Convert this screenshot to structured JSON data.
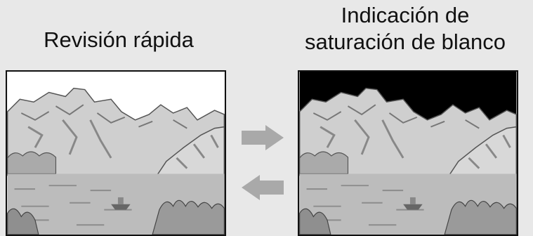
{
  "left_panel": {
    "title": "Revisión rápida",
    "sky": "normal"
  },
  "right_panel": {
    "title_line1": "Indicación de",
    "title_line2": "saturación de blanco",
    "sky": "saturated-black"
  },
  "arrows": {
    "forward": "arrow-right-icon",
    "back": "arrow-left-icon"
  },
  "colors": {
    "background": "#e8e8e8",
    "arrow": "#a9a9a9",
    "saturated_sky": "#000000",
    "normal_sky": "#ffffff"
  }
}
